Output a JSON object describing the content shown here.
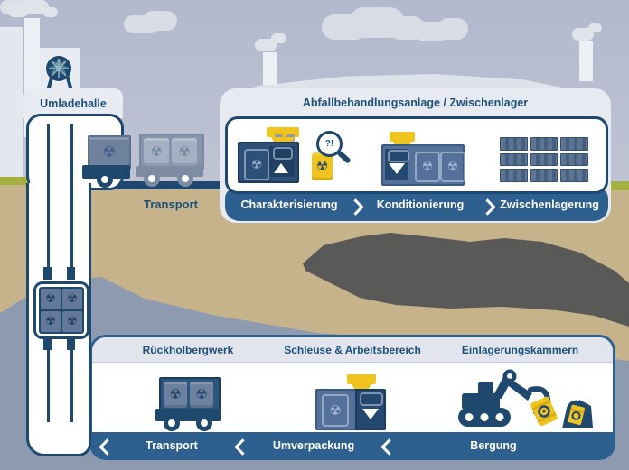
{
  "diagram": {
    "surface": {
      "umladehalle_label": "Umladehalle",
      "transport_label": "Transport",
      "treatment_panel": {
        "title": "Abfallbehandlungsanlage / Zwischenlager",
        "steps": [
          "Charakterisierung",
          "Konditionierung",
          "Zwischenlagerung"
        ],
        "magnifier_text": "?!"
      }
    },
    "underground": {
      "mine_panel": {
        "sections": [
          "Rückholbergwerk",
          "Schleuse & Arbeitsbereich",
          "Einlagerungskammern"
        ],
        "flow_steps": [
          "Transport",
          "Umverpackung",
          "Bergung"
        ]
      }
    }
  },
  "icons": {
    "radiation_symbol": "☢"
  },
  "colors": {
    "navy_outline": "#1e486e",
    "bar_blue": "#2e608f",
    "label_navy": "#1d5078",
    "accent_yellow": "#f0c41f",
    "ground_tan": "#c6b28b",
    "underground_blue_gray": "#8d9ab0",
    "old_mine_dark": "#595a58",
    "panel_light": "#e7eaf1",
    "grass_green": "#a4b13e"
  }
}
